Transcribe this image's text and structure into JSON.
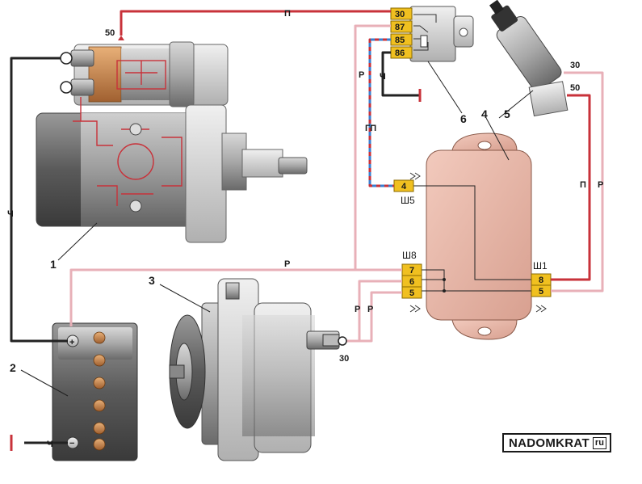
{
  "colors": {
    "wire_red": "#c8323a",
    "wire_pink": "#e8b0b8",
    "wire_black": "#222222",
    "wire_blue": "#3a7fd0",
    "pin_yellow": "#f0c020",
    "regulator_body": "#e8b8a8"
  },
  "callouts": {
    "starter": "1",
    "battery": "2",
    "generator": "3",
    "controller": "4",
    "ignition_switch": "5",
    "relay": "6"
  },
  "wire_labels": {
    "top_red": "П",
    "relay_left_pink": "Р",
    "relay_black": "Ч",
    "blue_red_dashed": "ГП",
    "left_black": "Ч",
    "generator_pink_top": "Р",
    "generator_pink_left": "Р",
    "generator_pink_right": "Р",
    "right_red": "П",
    "right_pink": "Р",
    "battery_black": "Ч"
  },
  "terminals": {
    "starter_50": "50",
    "switch_30": "30",
    "switch_50": "50",
    "generator_30": "30"
  },
  "relay_pins": [
    "30",
    "87",
    "85",
    "86"
  ],
  "connectors": {
    "sh5": {
      "name": "Ш5",
      "pins": [
        "4"
      ]
    },
    "sh8": {
      "name": "Ш8",
      "pins": [
        "7",
        "6",
        "5"
      ]
    },
    "sh1": {
      "name": "Ш1",
      "pins": [
        "8",
        "5"
      ]
    }
  },
  "battery_symbols": {
    "plus": "+",
    "minus": "−"
  },
  "logo": {
    "main": "NADOMKRAT",
    "tld": "ru"
  }
}
